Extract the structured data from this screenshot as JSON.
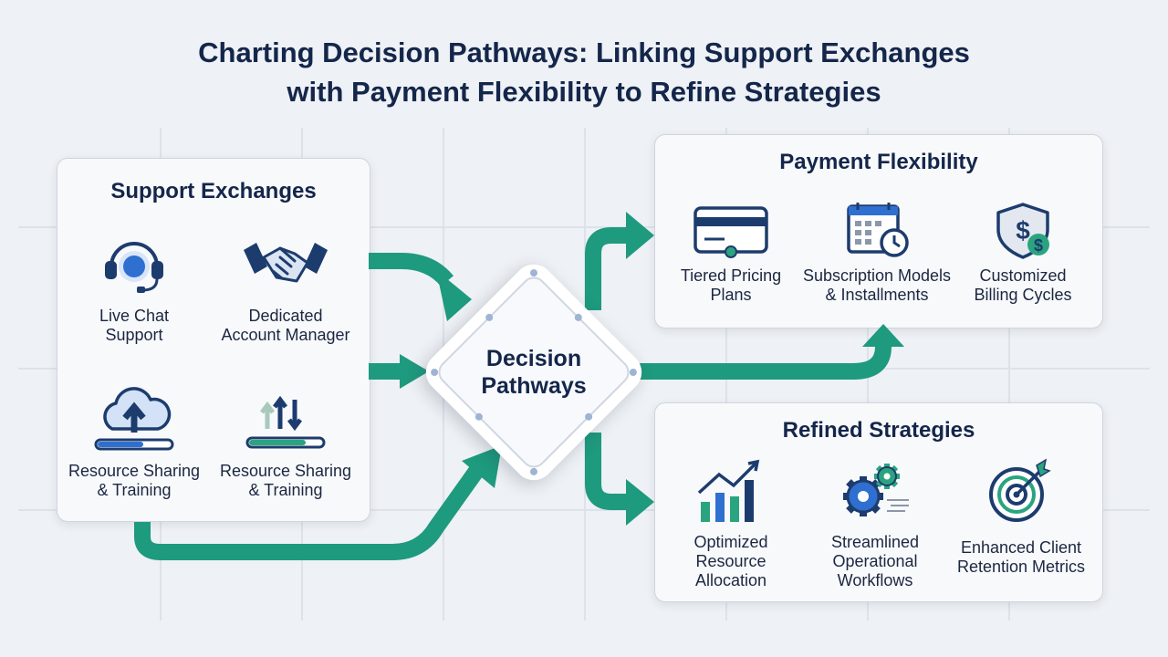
{
  "title": {
    "line1": "Charting Decision Pathways: Linking Support Exchanges",
    "line2": "with Payment Flexibility to Refine Strategies"
  },
  "support_exchanges": {
    "title": "Support Exchanges",
    "items": [
      {
        "icon": "headset-icon",
        "line1": "Live Chat",
        "line2": "Support"
      },
      {
        "icon": "handshake-icon",
        "line1": "Dedicated",
        "line2": "Account Manager"
      },
      {
        "icon": "cloud-upload-icon",
        "line1": "Resource Sharing",
        "line2": "& Training"
      },
      {
        "icon": "data-transfer-icon",
        "line1": "Resource Sharing",
        "line2": "& Training"
      }
    ]
  },
  "decision_hub": {
    "line1": "Decision",
    "line2": "Pathways"
  },
  "payment_flexibility": {
    "title": "Payment Flexibility",
    "items": [
      {
        "icon": "credit-card-icon",
        "line1": "Tiered Pricing",
        "line2": "Plans"
      },
      {
        "icon": "calendar-clock-icon",
        "line1": "Subscription Models",
        "line2": "& Installments"
      },
      {
        "icon": "shield-dollar-icon",
        "line1": "Customized",
        "line2": "Billing Cycles"
      }
    ]
  },
  "refined_strategies": {
    "title": "Refined Strategies",
    "items": [
      {
        "icon": "bar-chart-growth-icon",
        "line1": "Optimized",
        "line2": "Resource",
        "line3": "Allocation"
      },
      {
        "icon": "gears-icon",
        "line1": "Streamlined",
        "line2": "Operational",
        "line3": "Workflows"
      },
      {
        "icon": "target-icon",
        "line1": "Enhanced Client",
        "line2": "Retention Metrics"
      }
    ]
  },
  "colors": {
    "flow": "#1e9a7e",
    "navy": "#1d3c6e",
    "blue": "#2f6fd0",
    "teal": "#2aa47f",
    "background": "#eef1f5"
  }
}
